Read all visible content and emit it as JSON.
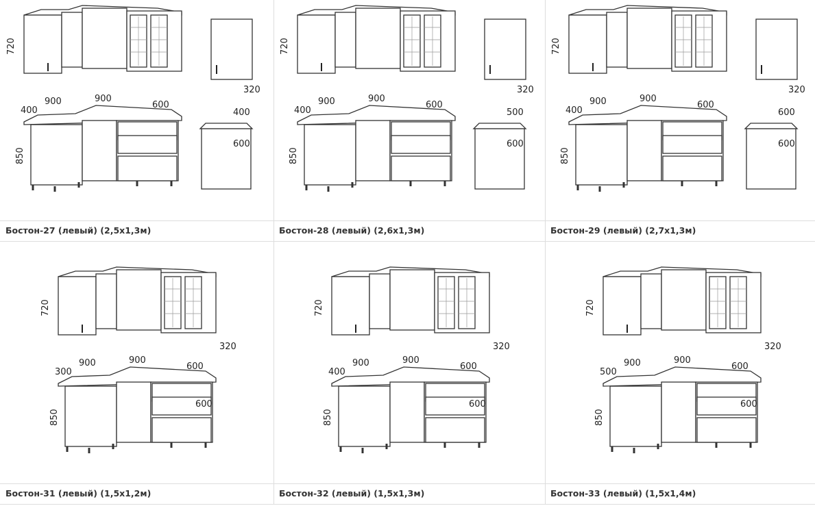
{
  "items": [
    {
      "caption": "Бостон-27 (левый) (2,5х1,3м)",
      "labels": {
        "upper_h": "720",
        "base_h": "850",
        "side": "400",
        "corner": "900",
        "mid": "900",
        "right": "600",
        "extra_depth": "320",
        "extra_w": "400",
        "extra_d": "600"
      }
    },
    {
      "caption": "Бостон-28 (левый) (2,6х1,3м)",
      "labels": {
        "upper_h": "720",
        "base_h": "850",
        "side": "400",
        "corner": "900",
        "mid": "900",
        "right": "600",
        "extra_depth": "320",
        "extra_w": "500",
        "extra_d": "600"
      }
    },
    {
      "caption": "Бостон-29 (левый) (2,7х1,3м)",
      "labels": {
        "upper_h": "720",
        "base_h": "850",
        "side": "400",
        "corner": "900",
        "mid": "900",
        "right": "600",
        "extra_depth": "320",
        "extra_w": "600",
        "extra_d": "600"
      }
    },
    {
      "caption": "Бостон-31 (левый) (1,5х1,2м)",
      "labels": {
        "upper_h": "720",
        "base_h": "850",
        "side": "300",
        "corner": "900",
        "mid": "900",
        "right": "600",
        "upper_depth": "320",
        "base_d": "600"
      }
    },
    {
      "caption": "Бостон-32 (левый) (1,5х1,3м)",
      "labels": {
        "upper_h": "720",
        "base_h": "850",
        "side": "400",
        "corner": "900",
        "mid": "900",
        "right": "600",
        "upper_depth": "320",
        "base_d": "600"
      }
    },
    {
      "caption": "Бостон-33 (левый) (1,5х1,4м)",
      "labels": {
        "upper_h": "720",
        "base_h": "850",
        "side": "500",
        "corner": "900",
        "mid": "900",
        "right": "600",
        "upper_depth": "320",
        "base_d": "600"
      }
    }
  ]
}
